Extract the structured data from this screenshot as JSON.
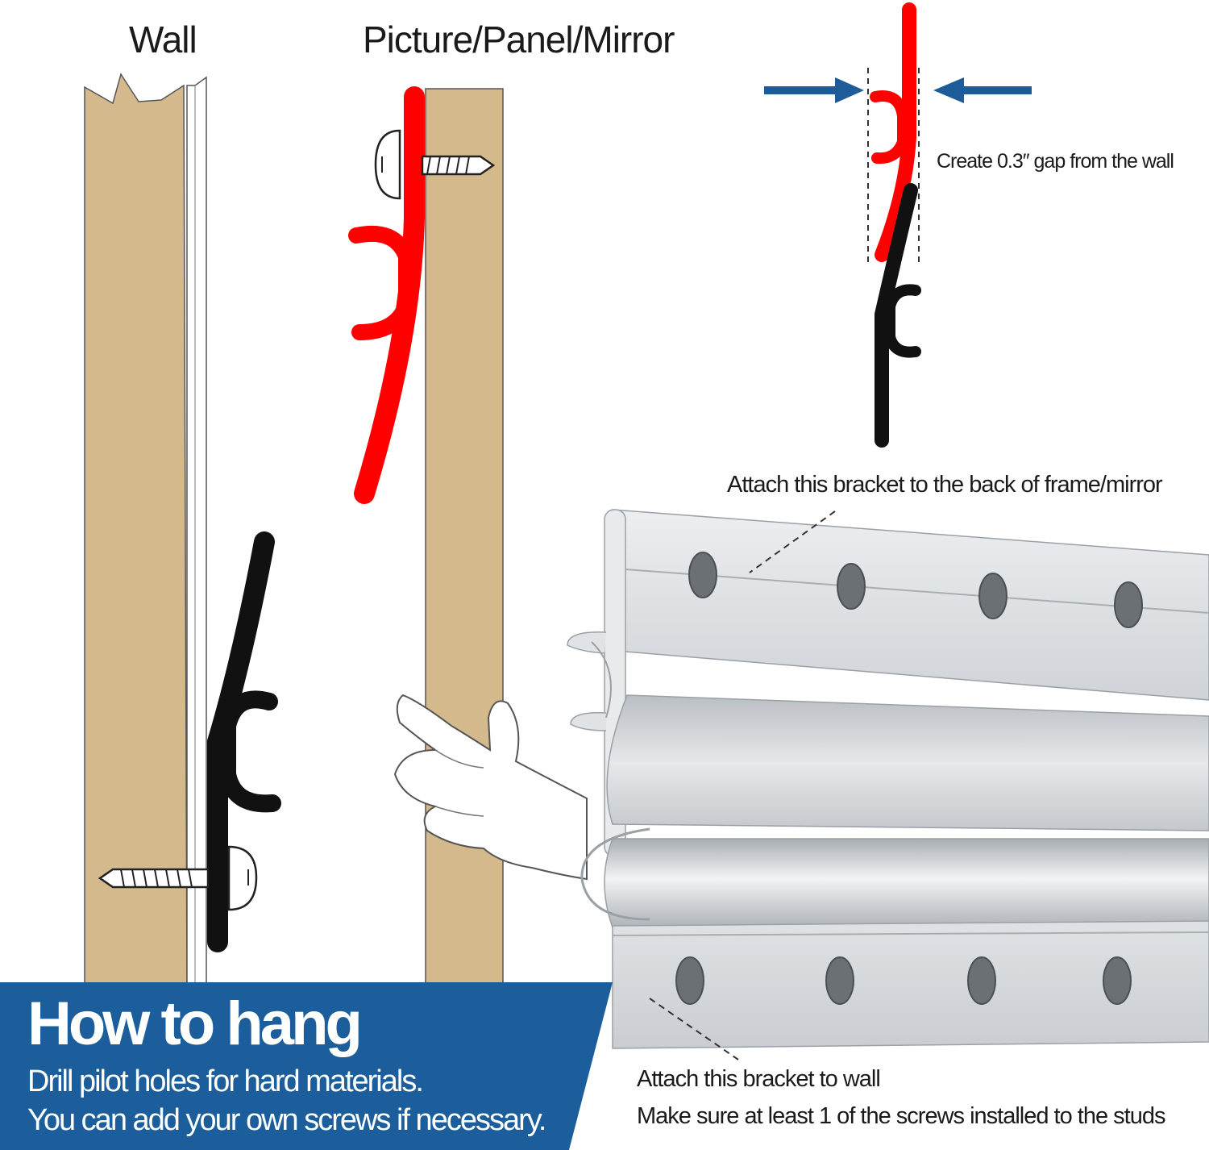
{
  "labels": {
    "wall": "Wall",
    "panel": "Picture/Panel/Mirror",
    "gap_note": "Create 0.3″ gap from the wall",
    "frame_bracket_note": "Attach this bracket to the back of frame/mirror",
    "wall_bracket_note": "Attach this bracket to wall",
    "studs_note": "Make sure at least 1 of the screws installed to the studs"
  },
  "banner": {
    "title": "How to hang",
    "line1": "Drill pilot holes for hard materials.",
    "line2": "You can add your own screws if necessary."
  },
  "colors": {
    "wood": "#d4b98c",
    "frame_bracket": "#ff0000",
    "wall_bracket": "#111111",
    "arrow": "#1e5c99",
    "banner": "#1c5e9b",
    "aluminum": "#d7dadd"
  },
  "icons": [
    "screw-icon",
    "hand-icon",
    "arrow-icon"
  ]
}
